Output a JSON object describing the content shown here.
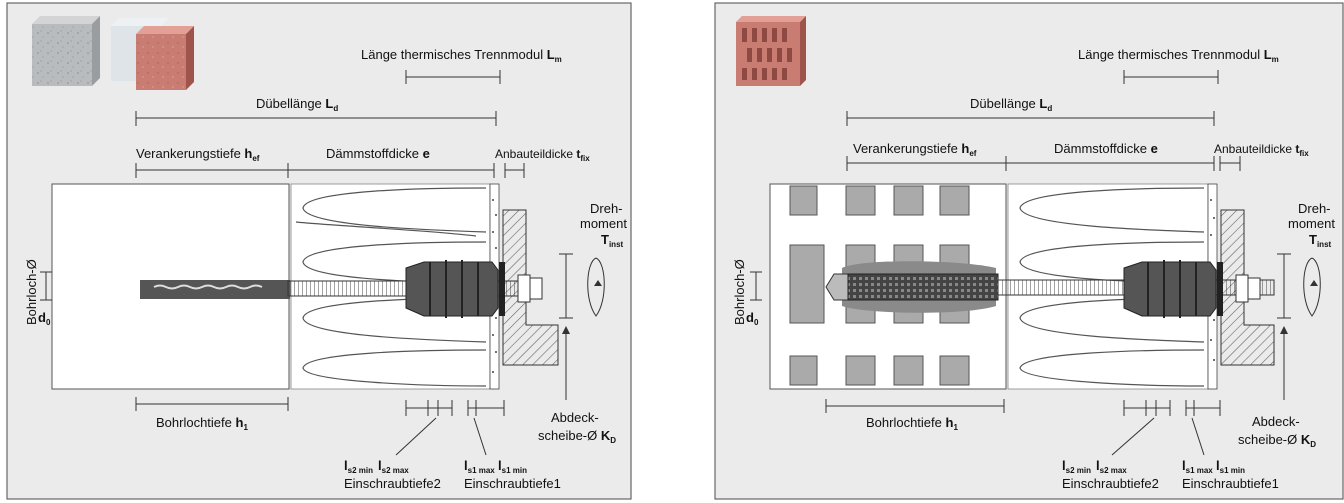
{
  "left": {
    "length_thermal": {
      "text": "Länge thermisches Trennmodul ",
      "sym": "L",
      "sub": "m"
    },
    "dowel_length": {
      "text": "Dübellänge ",
      "sym": "L",
      "sub": "d"
    },
    "anchor_depth": {
      "text": "Verankerungstiefe ",
      "sym": "h",
      "sub": "ef"
    },
    "insulation": {
      "text": "Dämmstoffdicke ",
      "sym": "e"
    },
    "fixture": {
      "text": "Anbauteildicke ",
      "sym": "t",
      "sub": "fix"
    },
    "drill_hole_label": "Bohrloch-Ø",
    "drill_hole_sym": "d",
    "drill_hole_sub": "0",
    "drill_depth": {
      "text": "Bohrlochtiefe ",
      "sym": "h",
      "sub": "1"
    },
    "torque_line1": "Dreh-",
    "torque_line2": "moment",
    "torque_sym": "T",
    "torque_sub": "inst",
    "cover_line1": "Abdeck-",
    "cover_line2": "scheibe-Ø ",
    "cover_sym": "K",
    "cover_sub": "D",
    "ls2min": "l",
    "ls2min_sub": "s2 min",
    "ls2max": "l",
    "ls2max_sub": "s2 max",
    "screw2": "Einschraubtiefe2",
    "ls1max": "l",
    "ls1max_sub": "s1 max",
    "ls1min": "l",
    "ls1min_sub": "s1 min",
    "screw1": "Einschraubtiefe1"
  },
  "right": {
    "length_thermal": {
      "text": "Länge thermisches Trennmodul ",
      "sym": "L",
      "sub": "m"
    },
    "dowel_length": {
      "text": "Dübellänge ",
      "sym": "L",
      "sub": "d"
    },
    "anchor_depth": {
      "text": "Verankerungstiefe ",
      "sym": "h",
      "sub": "ef"
    },
    "insulation": {
      "text": "Dämmstoffdicke ",
      "sym": "e"
    },
    "fixture": {
      "text": "Anbauteildicke ",
      "sym": "t",
      "sub": "fix"
    },
    "drill_hole_label": "Bohrloch-Ø",
    "drill_hole_sym": "d",
    "drill_hole_sub": "0",
    "drill_depth": {
      "text": "Bohrlochtiefe ",
      "sym": "h",
      "sub": "1"
    },
    "torque_line1": "Dreh-",
    "torque_line2": "moment",
    "torque_sym": "T",
    "torque_sub": "inst",
    "cover_line1": "Abdeck-",
    "cover_line2": "scheibe-Ø ",
    "cover_sym": "K",
    "cover_sub": "D",
    "ls2min": "l",
    "ls2min_sub": "s2 min",
    "ls2max": "l",
    "ls2max_sub": "s2 max",
    "screw2": "Einschraubtiefe2",
    "ls1max": "l",
    "ls1max_sub": "s1 max",
    "ls1min": "l",
    "ls1min_sub": "s1 min",
    "screw1": "Einschraubtiefe1"
  },
  "colors": {
    "panel_bg": "#ebebeb",
    "frame": "#666666",
    "concrete": "#b9bcbe",
    "brick": "#c97c72",
    "fixture_hatch": "#777777"
  }
}
